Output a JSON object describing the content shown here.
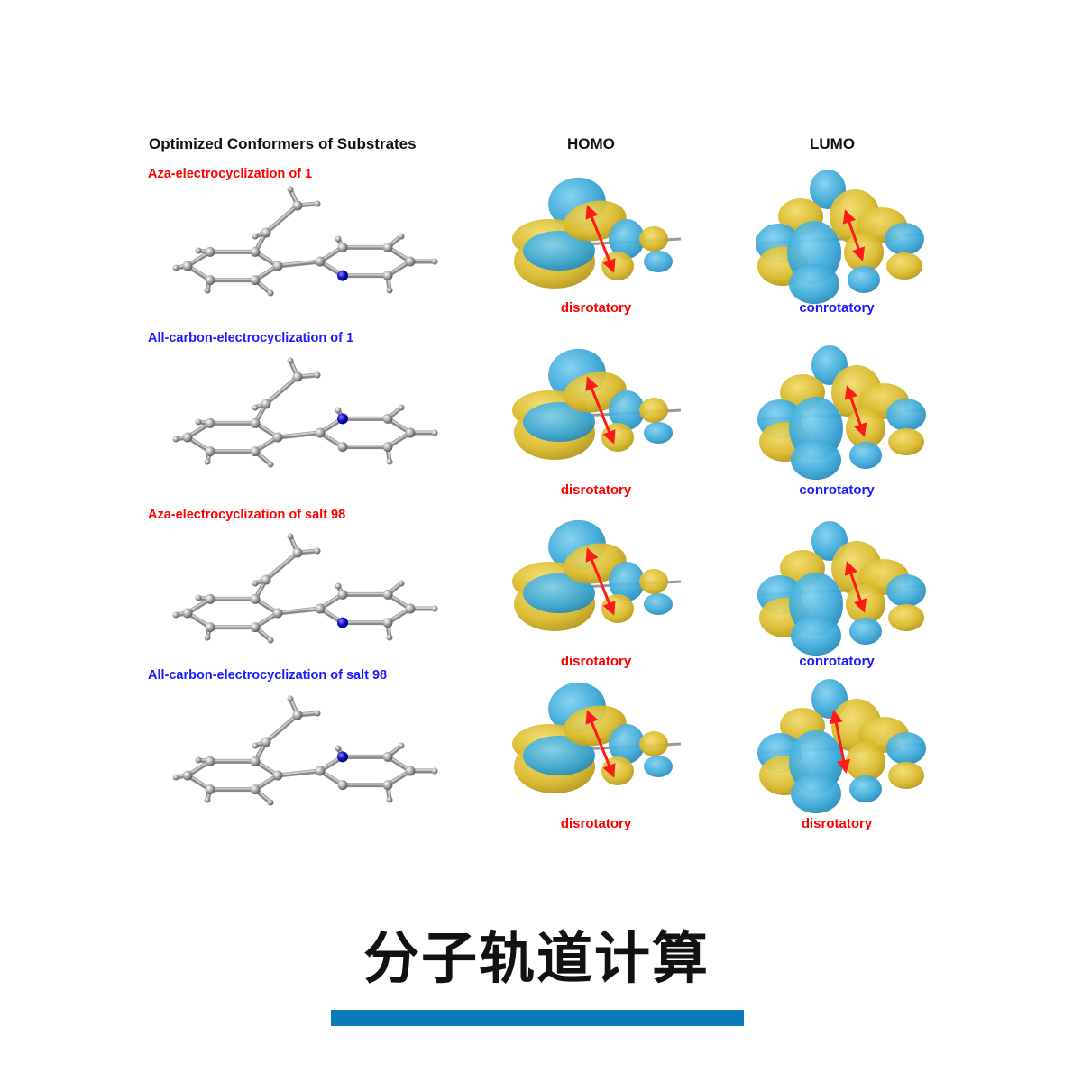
{
  "headers": {
    "conformers": "Optimized Conformers of Substrates",
    "homo": "HOMO",
    "lumo": "LUMO"
  },
  "rows": [
    {
      "label": "Aza-electrocyclization of 1",
      "label_color": "#ff0000",
      "homo_caption": "disrotatory",
      "homo_color": "#ff0000",
      "lumo_caption": "conrotatory",
      "lumo_color": "#1a1aff"
    },
    {
      "label": "All-carbon-electrocyclization of 1",
      "label_color": "#1a1aff",
      "homo_caption": "disrotatory",
      "homo_color": "#ff0000",
      "lumo_caption": "conrotatory",
      "lumo_color": "#1a1aff"
    },
    {
      "label": "Aza-electrocyclization of salt 98",
      "label_color": "#ff0000",
      "homo_caption": "disrotatory",
      "homo_color": "#ff0000",
      "lumo_caption": "conrotatory",
      "lumo_color": "#1a1aff"
    },
    {
      "label": "All-carbon-electrocyclization of salt 98",
      "label_color": "#1a1aff",
      "homo_caption": "disrotatory",
      "homo_color": "#ff0000",
      "lumo_caption": "disrotatory",
      "lumo_color": "#ff0000"
    }
  ],
  "title": "分子轨道计算",
  "colors": {
    "bar": "#0a7ab8",
    "orbital_blue": "#3aa8d8",
    "orbital_yellow": "#d8b828",
    "arrow": "#ff1a1a",
    "nitrogen": "#1010c8"
  }
}
